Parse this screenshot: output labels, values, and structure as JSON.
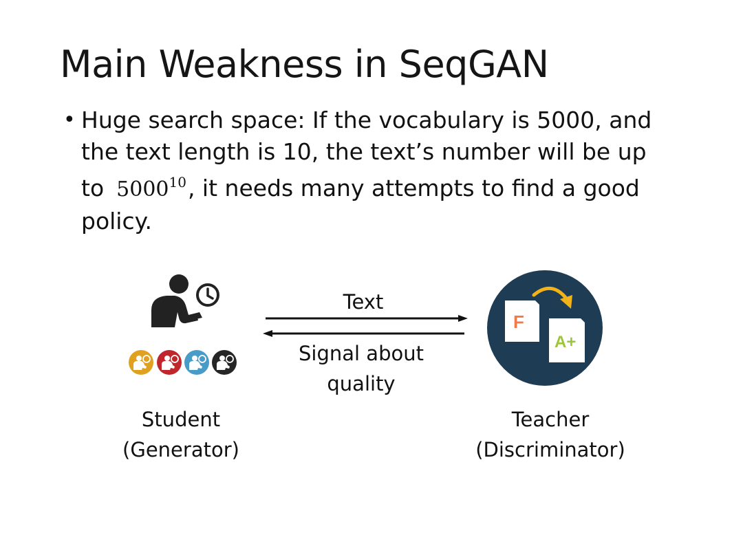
{
  "slide": {
    "title": "Main Weakness in SeqGAN",
    "bullet": {
      "marker": "•",
      "text_before": "Huge search space: If the vocabulary is 5000, and the text length is 10, the text’s number will be up to",
      "math_base": "5000",
      "math_exponent": "10",
      "text_after": ", it needs many attempts to find a good policy."
    }
  },
  "diagram": {
    "forward_label": "Text",
    "backward_label_line1": "Signal about",
    "backward_label_line2": "quality",
    "student_label_line1": "Student",
    "student_label_line2": "(Generator)",
    "teacher_label_line1": "Teacher",
    "teacher_label_line2": "(Discriminator)",
    "grade_low": "F",
    "grade_high": "A+",
    "colors": {
      "student_icon": "#222222",
      "mini_icon_1": "#E0A020",
      "mini_icon_2": "#C0272D",
      "mini_icon_3": "#4A9CC8",
      "mini_icon_4": "#262626",
      "teacher_circle": "#1E3D55",
      "grade_f": "#F07A4A",
      "grade_a": "#9CC63A",
      "curved_arrow": "#F2B21A"
    },
    "icons": [
      "student-at-desk-icon",
      "clock-icon",
      "mini-student-icons",
      "graded-paper-icon",
      "curved-arrow-icon"
    ]
  }
}
